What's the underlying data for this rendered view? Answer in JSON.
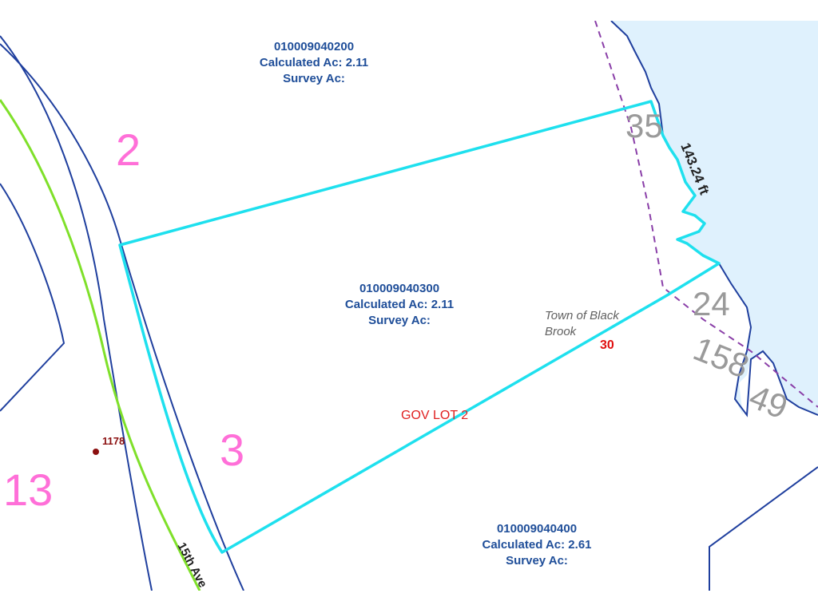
{
  "colors": {
    "water": "#dff1fd",
    "parcel_boundary": "#1f3f9e",
    "selected_parcel": "#1ee0ee",
    "road_centerline": "#7fe02a",
    "township_line": "#8a3fa8",
    "parcel_label": "#1f4e99",
    "section_number": "#ff6fd8",
    "lot_number": "#9a9a9a",
    "gov_lot": "#e02020"
  },
  "parcels": [
    {
      "id": "010009040200",
      "calc": "Calculated Ac: 2.11",
      "survey": "Survey Ac:"
    },
    {
      "id": "010009040300",
      "calc": "Calculated Ac: 2.11",
      "survey": "Survey Ac:"
    },
    {
      "id": "010009040400",
      "calc": "Calculated Ac: 2.61",
      "survey": "Survey Ac:"
    }
  ],
  "section_numbers": [
    "2",
    "3",
    "13"
  ],
  "lot_numbers": [
    "35",
    "24",
    "158",
    "49"
  ],
  "gov_lot": "GOV LOT 2",
  "section_label": "30",
  "town": {
    "line1": "Town of Black",
    "line2": "Brook"
  },
  "dimension": "143.24 ft",
  "road": "15th Ave",
  "address": {
    "number": "1178"
  }
}
